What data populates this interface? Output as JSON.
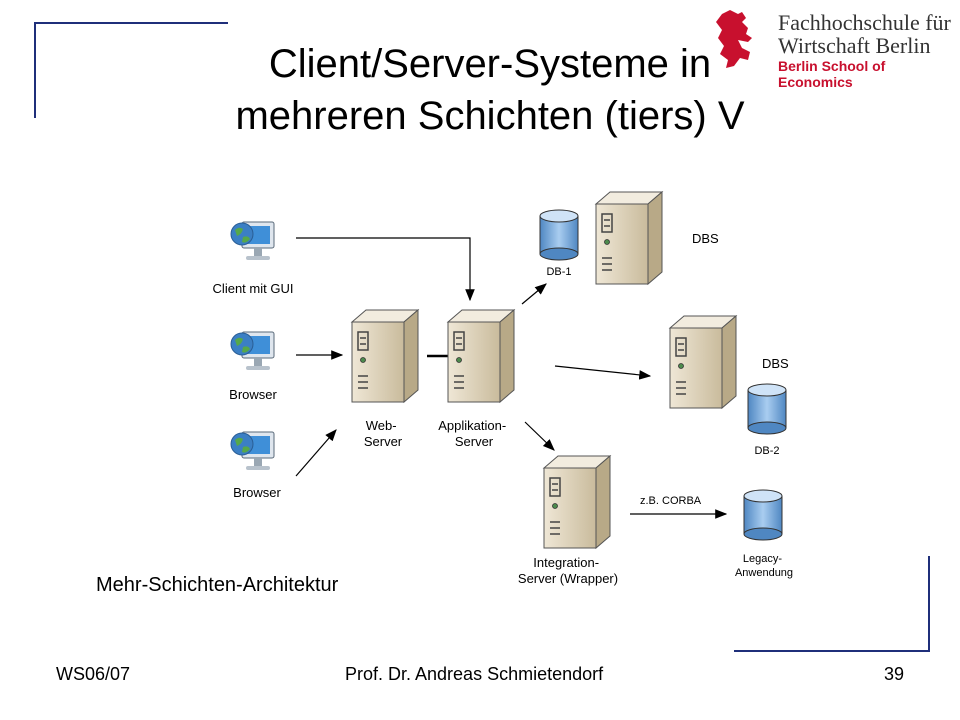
{
  "title": {
    "line1": "Client/Server-Systeme in",
    "line2": "mehreren Schichten (tiers) V"
  },
  "logo": {
    "line1": "Fachhochschule für",
    "line2": "Wirtschaft Berlin",
    "line3": "Berlin School of Economics",
    "accent_color": "#c8102e"
  },
  "diagram": {
    "client_gui": "Client mit GUI",
    "browser_1": "Browser",
    "browser_2": "Browser",
    "web_server": [
      "Web-",
      "Server"
    ],
    "app_server": [
      "Applikation-",
      "Server"
    ],
    "db1": "DB-1",
    "dbs_1": "DBS",
    "dbs_2": "DBS",
    "db2": "DB-2",
    "integration_server": [
      "Integration-",
      "Server (Wrapper)"
    ],
    "corba": "z.B. CORBA",
    "legacy": [
      "Legacy-",
      "Anwendung"
    ]
  },
  "caption": "Mehr-Schichten-Architektur",
  "footer": {
    "left": "WS06/07",
    "center": "Prof. Dr. Andreas Schmietendorf",
    "page": "39"
  },
  "colors": {
    "frame": "#1f2f7a",
    "server_body": "#d8ccb4",
    "db_blue": "#6fa4d8"
  }
}
